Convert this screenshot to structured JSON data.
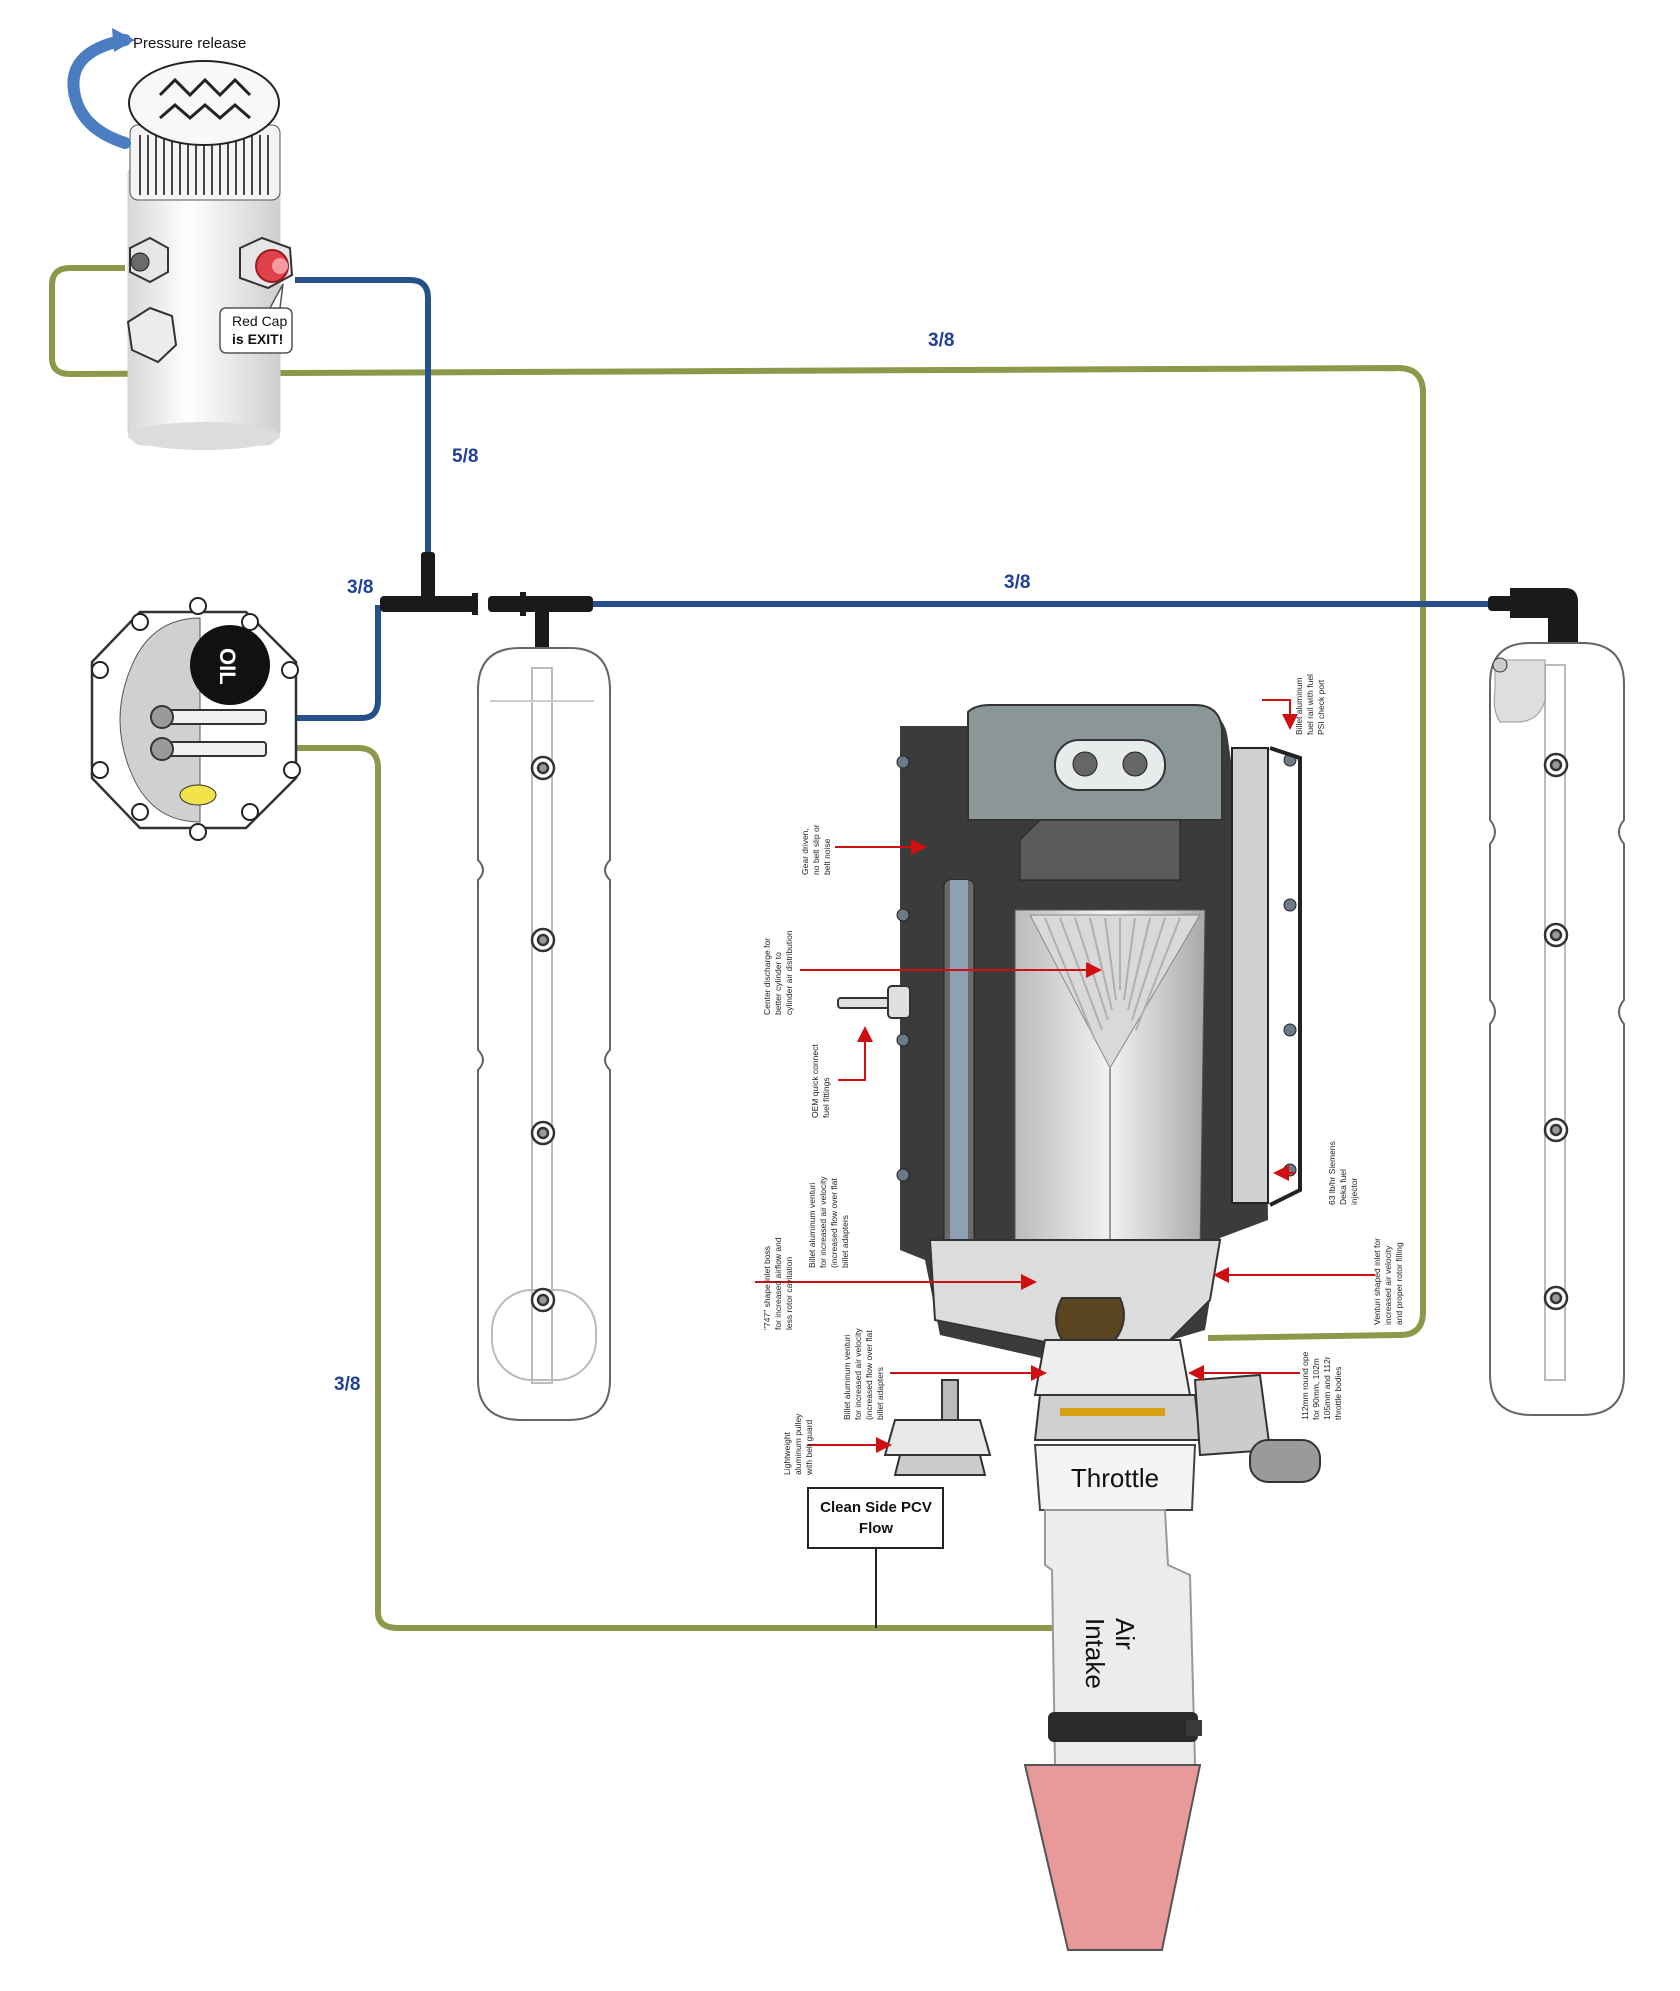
{
  "catch_can": {
    "pressure_release_label": "Pressure release",
    "red_cap_line1": "Red Cap",
    "red_cap_line2": "is EXIT!"
  },
  "hose_sizes": {
    "top_green_run": "3/8",
    "vertical_blue": "5/8",
    "left_blue_tee": "3/8",
    "long_blue_run": "3/8",
    "left_green_run": "3/8"
  },
  "oil_cap_label": "OIL",
  "boxes": {
    "clean_side_pcv_line1": "Clean Side PCV",
    "clean_side_pcv_line2": "Flow",
    "throttle": "Throttle",
    "air_intake_line1": "Air",
    "air_intake_line2": "Intake"
  },
  "callouts": {
    "fuel_rail": [
      "Billet aluminum",
      "fuel rail with fuel",
      "PSI check port"
    ],
    "gear_driven": [
      "Gear driven,",
      "no belt slip or",
      "belt noise"
    ],
    "center_discharge": [
      "Center discharge for",
      "better cylinder to",
      "cylinder air distribution"
    ],
    "oem_quick_connect": [
      "OEM quick connect",
      "fuel fittings"
    ],
    "billet_venturi_1": [
      "Billet aluminum venturi",
      "for increased air velocity",
      "(increased flow over flat",
      "billet adapters"
    ],
    "inlet_boss": [
      "\"747\" shape inlet boss",
      "for increased airflow and",
      "less rotor cavitation"
    ],
    "billet_venturi_2": [
      "Billet aluminum venturi",
      "for increased air velocity",
      "(increased flow over flat",
      "billet adapters"
    ],
    "pulley": [
      "Lightweight",
      "aluminum pulley",
      "with belt guard"
    ],
    "injector": [
      "63 lb/hr Siemens",
      "Deka fuel",
      "injector"
    ],
    "venturi_inlet": [
      "Venturi shaped inlet for",
      "increased air velocity",
      "and proper rotor filling"
    ],
    "throttle_bodies": [
      "112mm round ope",
      "for 90mm, 102m",
      "105mm and 112r",
      "throttle bodies"
    ]
  },
  "colors": {
    "green_hose": "#8a9a4a",
    "blue_hose": "#274f8a",
    "red_arrow": "#d01010",
    "arrow_blue": "#4a7ec0",
    "red_cap": "#e0404a",
    "intake_cone": "#e8999a"
  }
}
